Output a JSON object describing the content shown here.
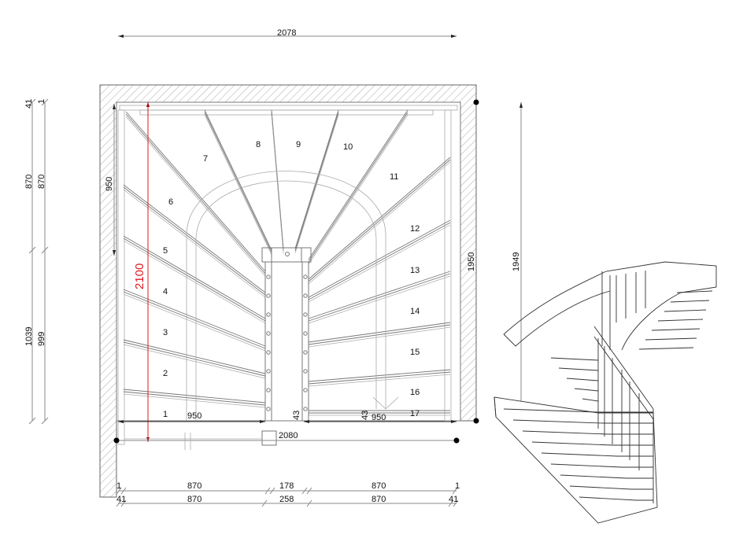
{
  "colors": {
    "accent_dimension": "#e0191e",
    "line": "#777777"
  },
  "dimensions": {
    "top_width": "2078",
    "left_outer": [
      "41",
      "870",
      "1039"
    ],
    "left_inner": [
      "1",
      "870",
      "999"
    ],
    "left_wall_run": "950",
    "height_red": "2100",
    "right_inner": "1950",
    "right_outer": "1949",
    "bottom_left_run": "950",
    "bottom_right_run": "950",
    "bottom_gap_left": "43",
    "bottom_gap_right": "43",
    "bottom_total": "2080",
    "bottom_row1": [
      "1",
      "870",
      "178",
      "870",
      "1"
    ],
    "bottom_row2": [
      "41",
      "870",
      "258",
      "870",
      "41"
    ]
  },
  "steps": [
    "1",
    "2",
    "3",
    "4",
    "5",
    "6",
    "7",
    "8",
    "9",
    "10",
    "11",
    "12",
    "13",
    "14",
    "15",
    "16",
    "17"
  ]
}
